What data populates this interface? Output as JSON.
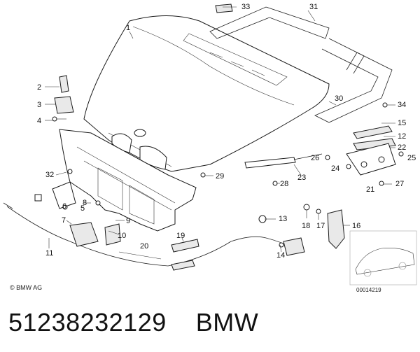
{
  "diagram": {
    "callouts": [
      "33",
      "31",
      "1",
      "2",
      "3",
      "4",
      "30",
      "34",
      "15",
      "12",
      "26",
      "25",
      "32",
      "29",
      "24",
      "23",
      "28",
      "27",
      "21",
      "22",
      "8",
      "6",
      "5",
      "9",
      "10",
      "13",
      "7",
      "18",
      "17",
      "16",
      "19",
      "20",
      "11",
      "14"
    ],
    "copyright": "© BMW AG",
    "reference_code": "00014219"
  },
  "caption": {
    "part_number": "51238232129",
    "brand": "BMW"
  }
}
